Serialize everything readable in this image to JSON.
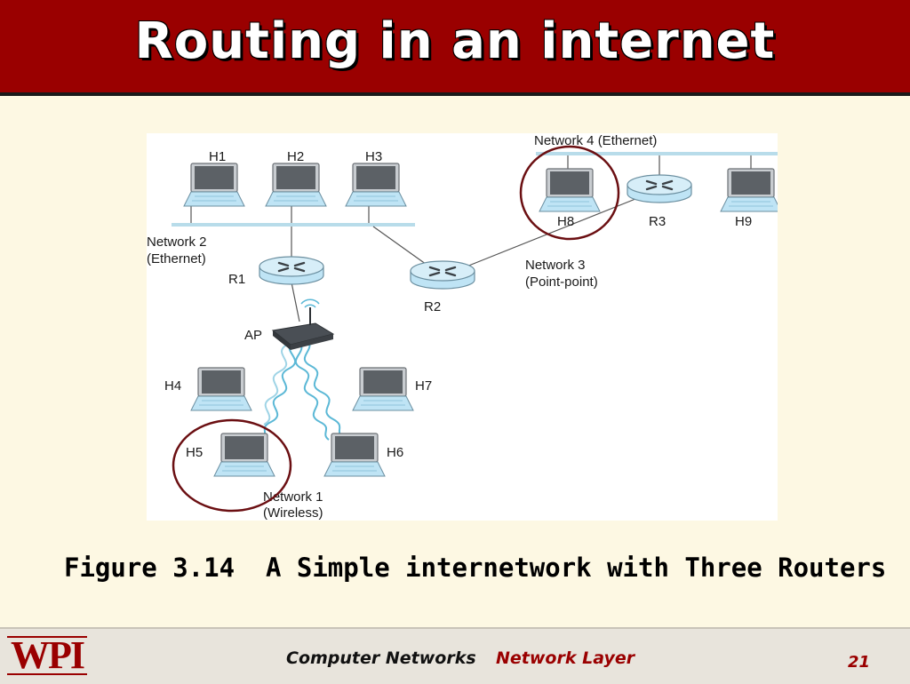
{
  "slide": {
    "title": "Routing in an internet",
    "caption": "Figure 3.14  A Simple internetwork with Three Routers",
    "footer": {
      "course": "Computer Networks",
      "topic": "Network Layer",
      "page": "21",
      "logo": "WPI"
    },
    "colors": {
      "title_bar": "#9a0000",
      "background": "#fdf8e3",
      "highlight_circle": "#6b0f12",
      "ethernet_bus": "#b8dcea",
      "wireless_wave": "#5bb8d6"
    }
  },
  "diagram": {
    "hosts": [
      "H1",
      "H2",
      "H3",
      "H4",
      "H5",
      "H6",
      "H7",
      "H8",
      "H9"
    ],
    "routers": [
      "R1",
      "R2",
      "R3"
    ],
    "access_point": "AP",
    "networks": {
      "n1_line1": "Network 1",
      "n1_line2": "(Wireless)",
      "n2_line1": "Network 2",
      "n2_line2": "(Ethernet)",
      "n3_line1": "Network 3",
      "n3_line2": "(Point-point)",
      "n4": "Network 4 (Ethernet)"
    },
    "highlighted_hosts": [
      "H5",
      "H8"
    ]
  }
}
